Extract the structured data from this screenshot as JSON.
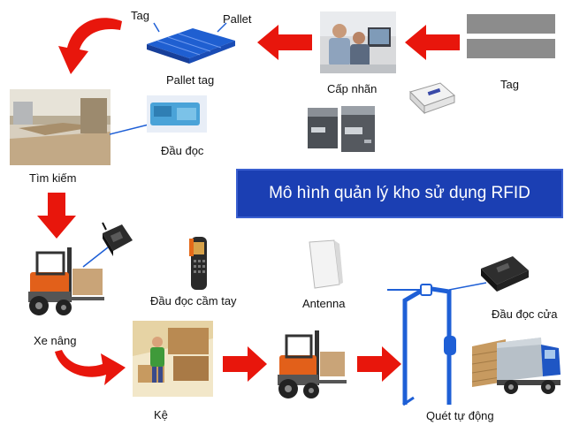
{
  "title": "Mô hình quản lý kho sử dụng RFID",
  "labels": {
    "tag_top": "Tag",
    "pallet_top": "Pallet",
    "pallet_tag": "Pallet tag",
    "cap_nhan": "Cấp nhãn",
    "tag_right": "Tag",
    "dau_doc": "Đầu đọc",
    "tim_kiem": "Tìm kiếm",
    "dau_doc_cam_tay": "Đầu đọc cầm tay",
    "antenna": "Antenna",
    "dau_doc_cua": "Đầu đọc cửa",
    "xe_nang": "Xe nâng",
    "ke": "Kệ",
    "quet_tu_dong": "Quét tự động"
  },
  "colors": {
    "arrow_red": "#e8160c",
    "title_bg": "#1b3fb3",
    "connector_blue": "#1e5fd6",
    "pallet_blue": "#1f5fd1"
  },
  "icons": [
    "tag-strips-icon",
    "pallet-icon",
    "office-photo",
    "printer-icon",
    "card-reader-icon",
    "warehouse-photo",
    "reader-device-icon",
    "forklift-icon",
    "rfid-handheld-icon",
    "antenna-panel-icon",
    "door-reader-icon",
    "rack-photo",
    "gate-portal-icon",
    "truck-icon"
  ]
}
